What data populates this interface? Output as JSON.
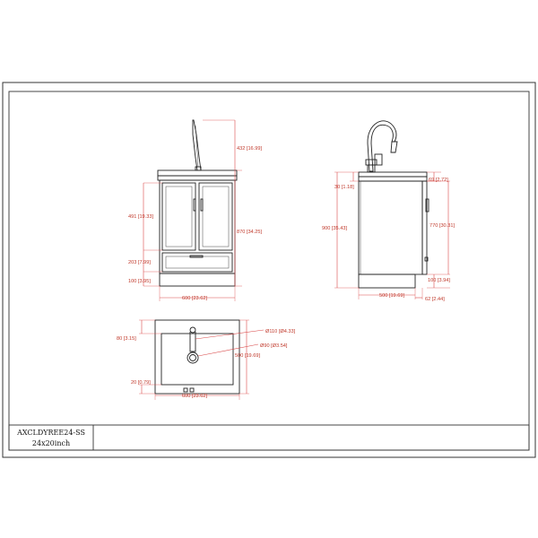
{
  "front_view": {
    "dim_faucet_height": "432 [16.99]",
    "dim_door_height": "491 [19.33]",
    "dim_total_height": "870 [34.25]",
    "dim_drawer_height": "203 [7.99]",
    "dim_base_height": "100 [3.95]",
    "dim_width": "600 [23.62]"
  },
  "side_view": {
    "dim_top_thickness": "30 [1.18]",
    "dim_back_ledge": "69 [2.72]",
    "dim_total_height": "900 [35.43]",
    "dim_cabinet_height": "770 [30.31]",
    "dim_toe_kick": "100 [3.94]",
    "dim_depth": "500 [19.69]",
    "dim_toe_depth": "62 [2.44]"
  },
  "top_view": {
    "dim_front_offset": "80 [3.15]",
    "dim_faucet_hole": "Ø110 [Ø4.33]",
    "dim_drain": "Ø90 [Ø3.54]",
    "dim_depth": "500 [19.69]",
    "dim_back_offset": "20 [0.79]",
    "dim_width": "600 [23.62]"
  },
  "title_block": {
    "model": "AXCLDYREE24-SS",
    "size": "24x20inch",
    "notes": ""
  }
}
